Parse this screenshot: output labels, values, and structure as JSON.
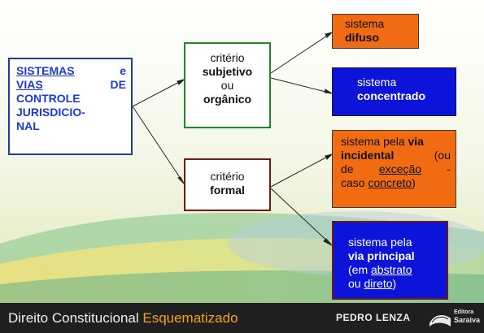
{
  "colors": {
    "root_text": "#1a3bd6",
    "orange_box": "#f06b12",
    "blue_box": "#0b14d8",
    "green_border": "#1e8a26",
    "dark_red_border": "#7a1810",
    "footer_accent": "#f5a11a"
  },
  "root": {
    "line1_left": "SISTEMAS",
    "line1_right": "e",
    "line2_left": "VIAS",
    "line2_right": "DE",
    "line3": "CONTROLE",
    "line4": "JURISDICIO-",
    "line5": "NAL"
  },
  "criterio_subjetivo": {
    "line1": "critério",
    "line2": "subjetivo",
    "line3": "ou",
    "line4": "orgânico"
  },
  "criterio_formal": {
    "line1": "critério",
    "line2": "formal"
  },
  "sistema_difuso": {
    "line1": "sistema",
    "line2": "difuso"
  },
  "sistema_concentrado": {
    "line1": "sistema",
    "line2": "concentrado"
  },
  "via_incidental": {
    "l1_a": "sistema pela ",
    "l1_b": "via",
    "l2_a": "incidental",
    "l2_b": "(ou",
    "l3_a": "de",
    "l3_b": "exceção",
    "l3_c": "-",
    "l4_a": "caso ",
    "l4_b": "concreto",
    "l4_c": ")"
  },
  "via_principal": {
    "l1": "sistema pela",
    "l2": "via principal",
    "l3_a": "(em ",
    "l3_b": "abstrato",
    "l4_a": "ou ",
    "l4_b": "direto",
    "l4_c": ")"
  },
  "footer": {
    "title_a": "Direito Constitucional ",
    "title_b": "Esquematizado",
    "author": "PEDRO LENZA",
    "logo_line1": "Editora",
    "logo_line2": "Saraiva"
  }
}
